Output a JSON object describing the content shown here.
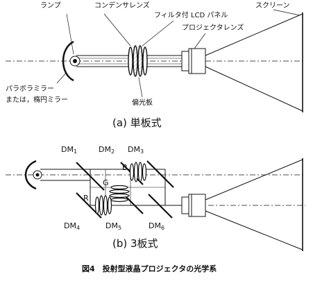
{
  "diagram_a": {
    "labels": {
      "lamp": "ランプ",
      "condenser_lens": "コンデンサレンズ",
      "lcd_panel": "フィルタ付 LCD パネル",
      "projector_lens": "プロジェクタレンズ",
      "screen": "スクリーン",
      "reflector_line1": "パラボラミラー",
      "reflector_line2": "または，楕円ミラー",
      "polarizer": "偏光板"
    },
    "caption": "(a)  単板式"
  },
  "diagram_b": {
    "dichroic_mirrors": [
      {
        "base": "DM",
        "sub": "1"
      },
      {
        "base": "DM",
        "sub": "2"
      },
      {
        "base": "DM",
        "sub": "3"
      },
      {
        "base": "DM",
        "sub": "4"
      },
      {
        "base": "DM",
        "sub": "5"
      },
      {
        "base": "DM",
        "sub": "6"
      }
    ],
    "colors": {
      "blue": "B",
      "green": "G",
      "red": "R"
    },
    "caption": "(b)  3板式"
  },
  "figure_caption": "図4　投射型液晶プロジェクタの光学系",
  "style": {
    "line_color": "#111111",
    "background": "#ffffff"
  }
}
